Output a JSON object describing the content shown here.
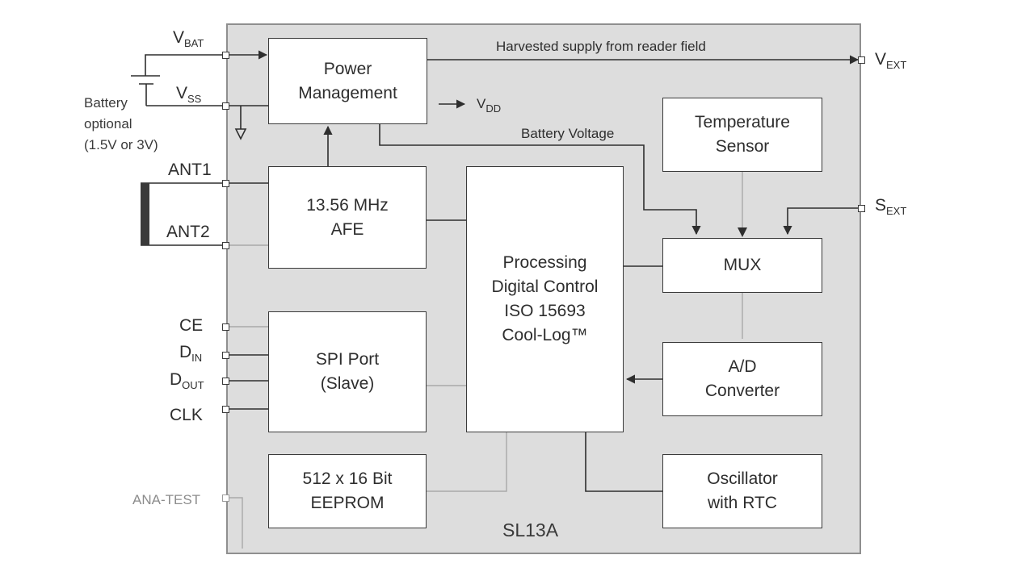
{
  "chip": {
    "name": "SL13A"
  },
  "blocks": {
    "power_management": {
      "line1": "Power",
      "line2": "Management"
    },
    "afe": {
      "line1": "13.56 MHz",
      "line2": "AFE"
    },
    "processing": {
      "line1": "Processing",
      "line2": "Digital Control",
      "line3": "ISO 15693",
      "line4": "Cool-Log™"
    },
    "temperature_sensor": {
      "line1": "Temperature",
      "line2": "Sensor"
    },
    "mux": {
      "line1": "MUX"
    },
    "spi_port": {
      "line1": "SPI Port",
      "line2": "(Slave)"
    },
    "ad_converter": {
      "line1": "A/D",
      "line2": "Converter"
    },
    "eeprom": {
      "line1": "512 x 16 Bit",
      "line2": "EEPROM"
    },
    "oscillator": {
      "line1": "Oscillator",
      "line2": "with RTC"
    }
  },
  "pins": {
    "vbat": {
      "base": "V",
      "sub": "BAT"
    },
    "vss": {
      "base": "V",
      "sub": "SS"
    },
    "ant1": "ANT1",
    "ant2": "ANT2",
    "ce": "CE",
    "din": {
      "base": "D",
      "sub": "IN"
    },
    "dout": {
      "base": "D",
      "sub": "OUT"
    },
    "clk": "CLK",
    "ana_test": "ANA-TEST",
    "vext": {
      "base": "V",
      "sub": "EXT"
    },
    "sext": {
      "base": "S",
      "sub": "EXT"
    }
  },
  "signals": {
    "harvested": "Harvested supply from reader field",
    "battery_voltage": "Battery Voltage",
    "vdd": {
      "base": "V",
      "sub": "DD"
    }
  },
  "battery_note": {
    "line1": "Battery",
    "line2": "optional",
    "line3": "(1.5V or 3V)"
  }
}
